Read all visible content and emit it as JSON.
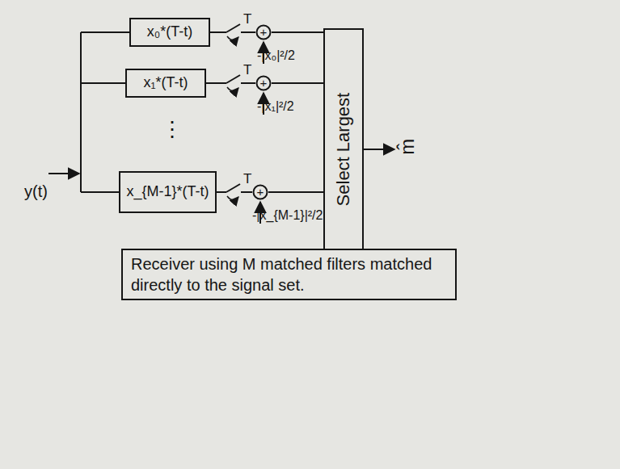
{
  "diagram": {
    "caption": "Receiver using M matched filters matched directly to the signal set.",
    "nodes": [
      {
        "text": [
          "x₀*(T-t)"
        ]
      },
      {
        "text": [
          "+"
        ]
      },
      {
        "text": [
          "x₁*(T-t)"
        ]
      },
      {
        "text": [
          "+"
        ]
      },
      {
        "text": [
          "x_{M-1}*(T-t)"
        ]
      },
      {
        "text": [
          "+"
        ]
      },
      {
        "text": [
          "Select Largest"
        ]
      }
    ],
    "edges": [
      {
        "from": 0,
        "to": 1,
        "arrow": "none"
      },
      {
        "from": 2,
        "to": 3,
        "arrow": "none"
      },
      {
        "from": 4,
        "to": 5,
        "arrow": "none"
      },
      {
        "from": 1,
        "to": 6,
        "arrow": "none"
      },
      {
        "from": 3,
        "to": 6,
        "arrow": "none"
      },
      {
        "from": 5,
        "to": 6,
        "arrow": "none"
      }
    ],
    "labels": [
      "y(t)",
      "T",
      "T",
      "T",
      "-|x₀|²/2",
      "-|x₁|²/2",
      "-|x_{M-1}|²/2",
      "⋮",
      "m̂"
    ]
  }
}
